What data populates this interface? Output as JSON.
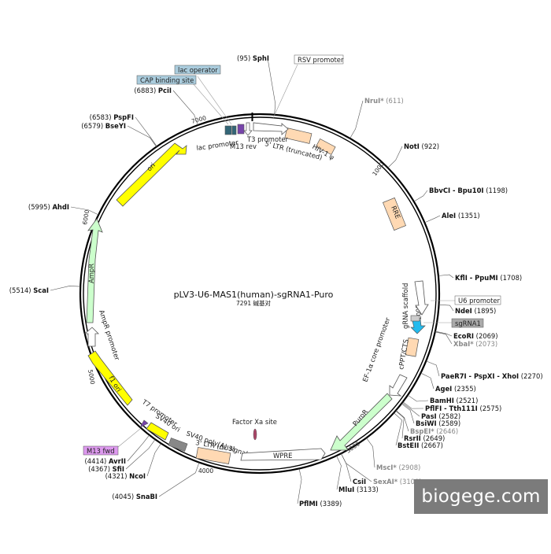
{
  "plasmid": {
    "name": "pLV3-U6-MAS1(human)-sgRNA1-Puro",
    "size_label": "7291 碱基对",
    "total_bp": 7291
  },
  "ticks": [
    "1000",
    "2000",
    "3000",
    "4000",
    "5000",
    "6000",
    "7000"
  ],
  "sites": [
    {
      "id": "sphi",
      "name": "SphI",
      "pos": "(95)",
      "bp": 95,
      "grey": false
    },
    {
      "id": "nrui",
      "name": "NruI*",
      "pos": "(611)",
      "bp": 611,
      "grey": true
    },
    {
      "id": "noti",
      "name": "NotI",
      "pos": "(922)",
      "bp": 922,
      "grey": false
    },
    {
      "id": "bbvci",
      "name": "BbvCI - Bpu10I",
      "pos": "(1198)",
      "bp": 1198,
      "grey": false
    },
    {
      "id": "alei",
      "name": "AleI",
      "pos": "(1351)",
      "bp": 1351,
      "grey": false
    },
    {
      "id": "kfli",
      "name": "KflI - PpuMI",
      "pos": "(1708)",
      "bp": 1708,
      "grey": false
    },
    {
      "id": "ndei",
      "name": "NdeI",
      "pos": "(1895)",
      "bp": 1895,
      "grey": false
    },
    {
      "id": "ecori",
      "name": "EcoRI",
      "pos": "(2069)",
      "bp": 2069,
      "grey": false
    },
    {
      "id": "xbai",
      "name": "XbaI*",
      "pos": "(2073)",
      "bp": 2073,
      "grey": true
    },
    {
      "id": "paer7i",
      "name": "PaeR7I - PspXI - XhoI",
      "pos": "(2270)",
      "bp": 2270,
      "grey": false
    },
    {
      "id": "agei",
      "name": "AgeI",
      "pos": "(2355)",
      "bp": 2355,
      "grey": false
    },
    {
      "id": "bamhi",
      "name": "BamHI",
      "pos": "(2521)",
      "bp": 2521,
      "grey": false
    },
    {
      "id": "pflfi",
      "name": "PflFI - Tth111I",
      "pos": "(2575)",
      "bp": 2575,
      "grey": false
    },
    {
      "id": "pasi",
      "name": "PasI",
      "pos": "(2582)",
      "bp": 2582,
      "grey": false
    },
    {
      "id": "bsiwi",
      "name": "BsiWI",
      "pos": "(2589)",
      "bp": 2589,
      "grey": false
    },
    {
      "id": "bspei",
      "name": "BspEI*",
      "pos": "(2646)",
      "bp": 2646,
      "grey": true
    },
    {
      "id": "rsrii",
      "name": "RsrII",
      "pos": "(2649)",
      "bp": 2649,
      "grey": false
    },
    {
      "id": "bsteii",
      "name": "BstEII",
      "pos": "(2667)",
      "bp": 2667,
      "grey": false
    },
    {
      "id": "msci",
      "name": "MscI*",
      "pos": "(2908)",
      "bp": 2908,
      "grey": true
    },
    {
      "id": "csii",
      "name": "CsiI",
      "pos": "",
      "bp": 3100,
      "grey": false
    },
    {
      "id": "sexai",
      "name": "SexAI*",
      "pos": "(3100)",
      "bp": 3100,
      "grey": true
    },
    {
      "id": "mlui",
      "name": "MluI",
      "pos": "(3133)",
      "bp": 3133,
      "grey": false
    },
    {
      "id": "pflmi",
      "name": "PflMI",
      "pos": "(3389)",
      "bp": 3389,
      "grey": false
    },
    {
      "id": "snabi",
      "name": "SnaBI",
      "pos": "(4045)",
      "bp": 4045,
      "grey": false
    },
    {
      "id": "ncoi",
      "name": "NcoI",
      "pos": "(4321)",
      "bp": 4321,
      "grey": false
    },
    {
      "id": "sfii",
      "name": "SfiI",
      "pos": "(4367)",
      "bp": 4367,
      "grey": false
    },
    {
      "id": "avrii",
      "name": "AvrII",
      "pos": "(4414)",
      "bp": 4414,
      "grey": false
    },
    {
      "id": "scai",
      "name": "ScaI",
      "pos": "(5514)",
      "bp": 5514,
      "grey": false
    },
    {
      "id": "ahdi",
      "name": "AhdI",
      "pos": "(5995)",
      "bp": 5995,
      "grey": false
    },
    {
      "id": "bseyi",
      "name": "BseYI",
      "pos": "(6579)",
      "bp": 6579,
      "grey": false
    },
    {
      "id": "pspfi",
      "name": "PspFI",
      "pos": "(6583)",
      "bp": 6583,
      "grey": false
    },
    {
      "id": "pcii",
      "name": "PciI",
      "pos": "(6883)",
      "bp": 6883,
      "grey": false
    }
  ],
  "features": {
    "lac_promoter": "lac promoter",
    "m13_rev": "M13 rev",
    "t3_promoter": "T3 promoter",
    "ltr5": "5' LTR (truncated)",
    "hiv": "HIV-1 ψ",
    "rre": "RRE",
    "grna_scaffold": "gRNA scaffold",
    "u6_promoter": "U6 promoter",
    "sgrna1": "sgRNA1",
    "cppt": "cPPT/CTS",
    "ef1a": "EF-1α core promoter",
    "puror": "PuroR",
    "wpre": "WPRE",
    "ltr3": "3' LTR (ΔU3)",
    "sv40_polya": "SV40 poly(A) signal",
    "factor_xa": "Factor Xa site",
    "sv40_ori": "SV40 ori",
    "t7_promoter": "T7 promoter",
    "m13_fwd": "M13 fwd",
    "f1_ori": "f1 ori",
    "ampr_promoter": "AmpR promoter",
    "ampr": "AmpR",
    "ori": "ori",
    "cap_binding": "CAP binding site",
    "lac_operator": "lac operator",
    "rsv_promoter": "RSV promoter"
  },
  "colors": {
    "ori": "#ffff00",
    "ampr": "#ccffcc",
    "ltr": "#ffd9b3",
    "sgrna": "#22bbee",
    "purple": "#7744aa",
    "teal": "#336677",
    "grey_box": "#888888",
    "blue_label": "#aaccdd",
    "purple_label": "#dd99ee"
  },
  "watermark": "biogege.com"
}
